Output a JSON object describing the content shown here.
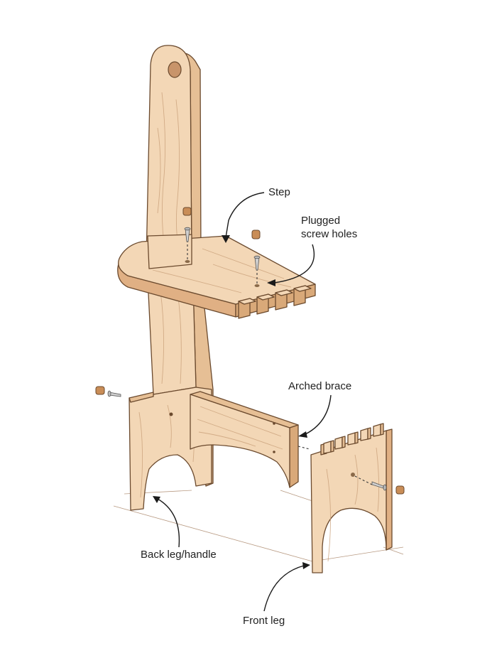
{
  "labels": {
    "step": "Step",
    "plugged_line1": "Plugged",
    "plugged_line2": "screw holes",
    "arched_brace": "Arched brace",
    "back_leg": "Back leg/handle",
    "front_leg": "Front leg"
  },
  "colors": {
    "wood_face": "#f3d7b6",
    "wood_side": "#e6bf95",
    "wood_end": "#d9a979",
    "outline": "#6b4a2e",
    "label_text": "#222222"
  }
}
